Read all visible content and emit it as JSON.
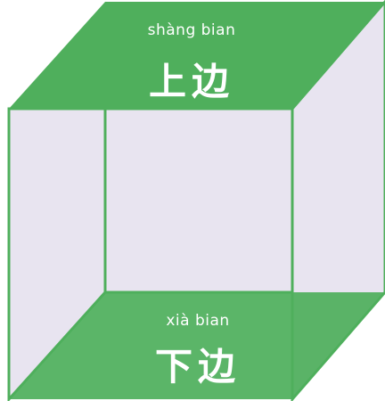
{
  "colors": {
    "green": "#4FAF5C",
    "green_overlay": "#4FAF5C",
    "wall": "#E8E4F0",
    "edge": "#4FAF5C",
    "text": "#FFFFFF"
  },
  "top_label": {
    "pinyin": "shàng bian",
    "hanzi": "上边"
  },
  "bottom_label": {
    "pinyin": "xià  bian",
    "hanzi": "下边"
  }
}
